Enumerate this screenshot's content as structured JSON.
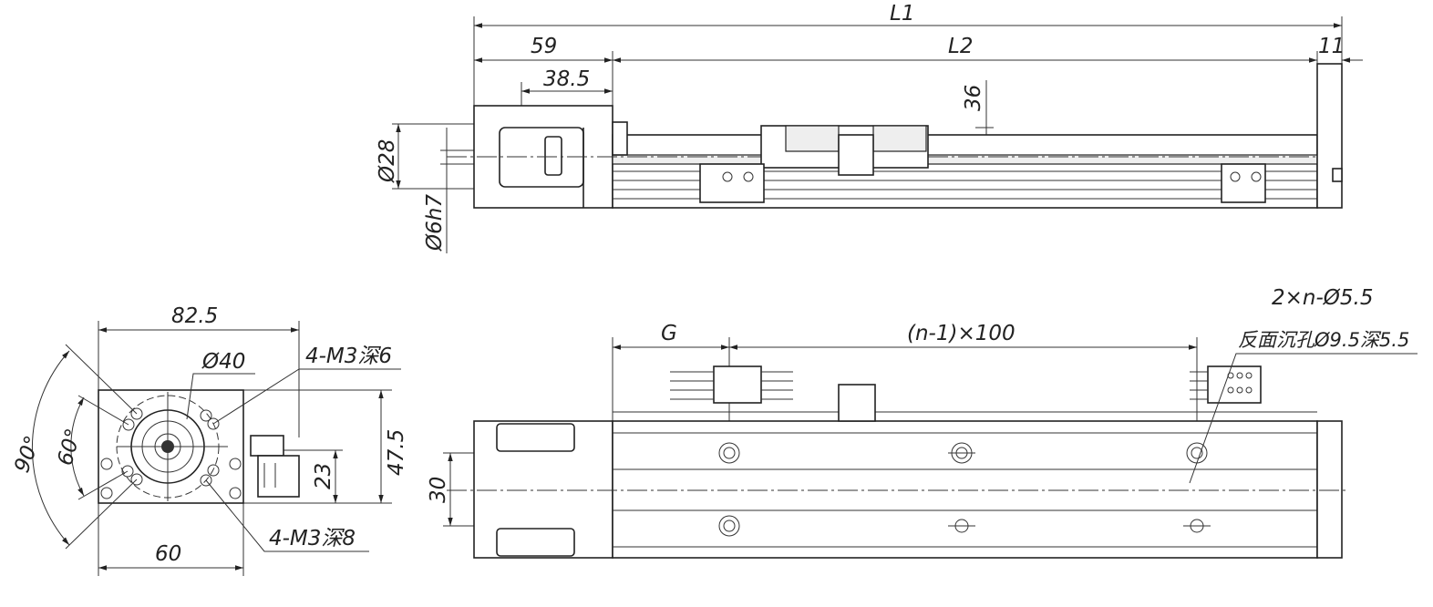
{
  "top_view": {
    "L1": "L1",
    "d59": "59",
    "L2": "L2",
    "d11": "11",
    "d38_5": "38.5",
    "d36": "36",
    "d28": "Ø28",
    "d6h7": "Ø6h7"
  },
  "end_view": {
    "d82_5": "82.5",
    "d40": "Ø40",
    "m3_6": "4-M3深6",
    "d47_5": "47.5",
    "d23": "23",
    "m3_8": "4-M3深8",
    "d60": "60",
    "a90": "90°",
    "a60": "60°"
  },
  "bottom_view": {
    "G": "G",
    "pitch": "(n-1)×100",
    "holes": "2×n-Ø5.5",
    "counterbore": "反面沉孔Ø9.5深5.5",
    "d30": "30"
  }
}
